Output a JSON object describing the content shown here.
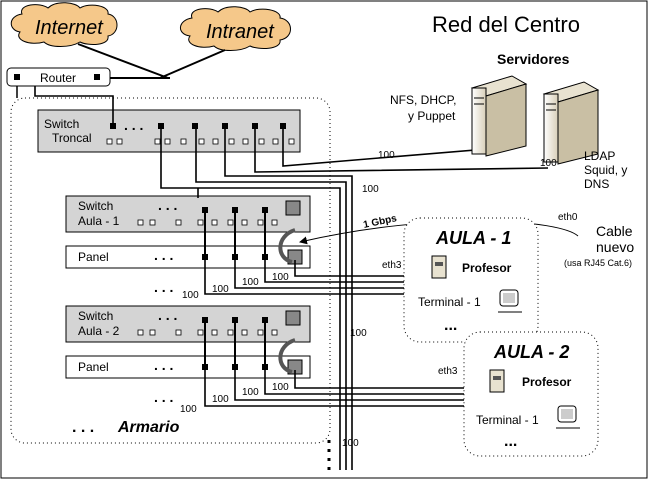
{
  "title": "Red del Centro",
  "clouds": {
    "internet": "Internet",
    "intranet": "Intranet"
  },
  "router": "Router",
  "servers": {
    "heading": "Servidores",
    "left_label_1": "NFS, DHCP,",
    "left_label_2": "y Puppet",
    "right_label_1": "LDAP",
    "right_label_2": "Squid, y",
    "right_label_3": "DNS"
  },
  "switch_troncal": {
    "line1": "Switch",
    "line2": "Troncal"
  },
  "aula1": {
    "switch_line1": "Switch",
    "switch_line2": "Aula - 1",
    "panel": "Panel",
    "title": "AULA - 1",
    "profesor": "Profesor",
    "terminal": "Terminal - 1",
    "eth": "eth3"
  },
  "aula2": {
    "switch_line1": "Switch",
    "switch_line2": "Aula - 2",
    "panel": "Panel",
    "title": "AULA - 2",
    "profesor": "Profesor",
    "terminal": "Terminal - 1",
    "eth": "eth3"
  },
  "armario": "Armario",
  "ellipsis": ". . .",
  "dots3": "...",
  "speeds": {
    "s100": "100",
    "gbps": "1 Gbps"
  },
  "cable": {
    "eth": "eth0",
    "line1": "Cable",
    "line2": "nuevo",
    "note": "(usa RJ45 Cat.6)"
  }
}
